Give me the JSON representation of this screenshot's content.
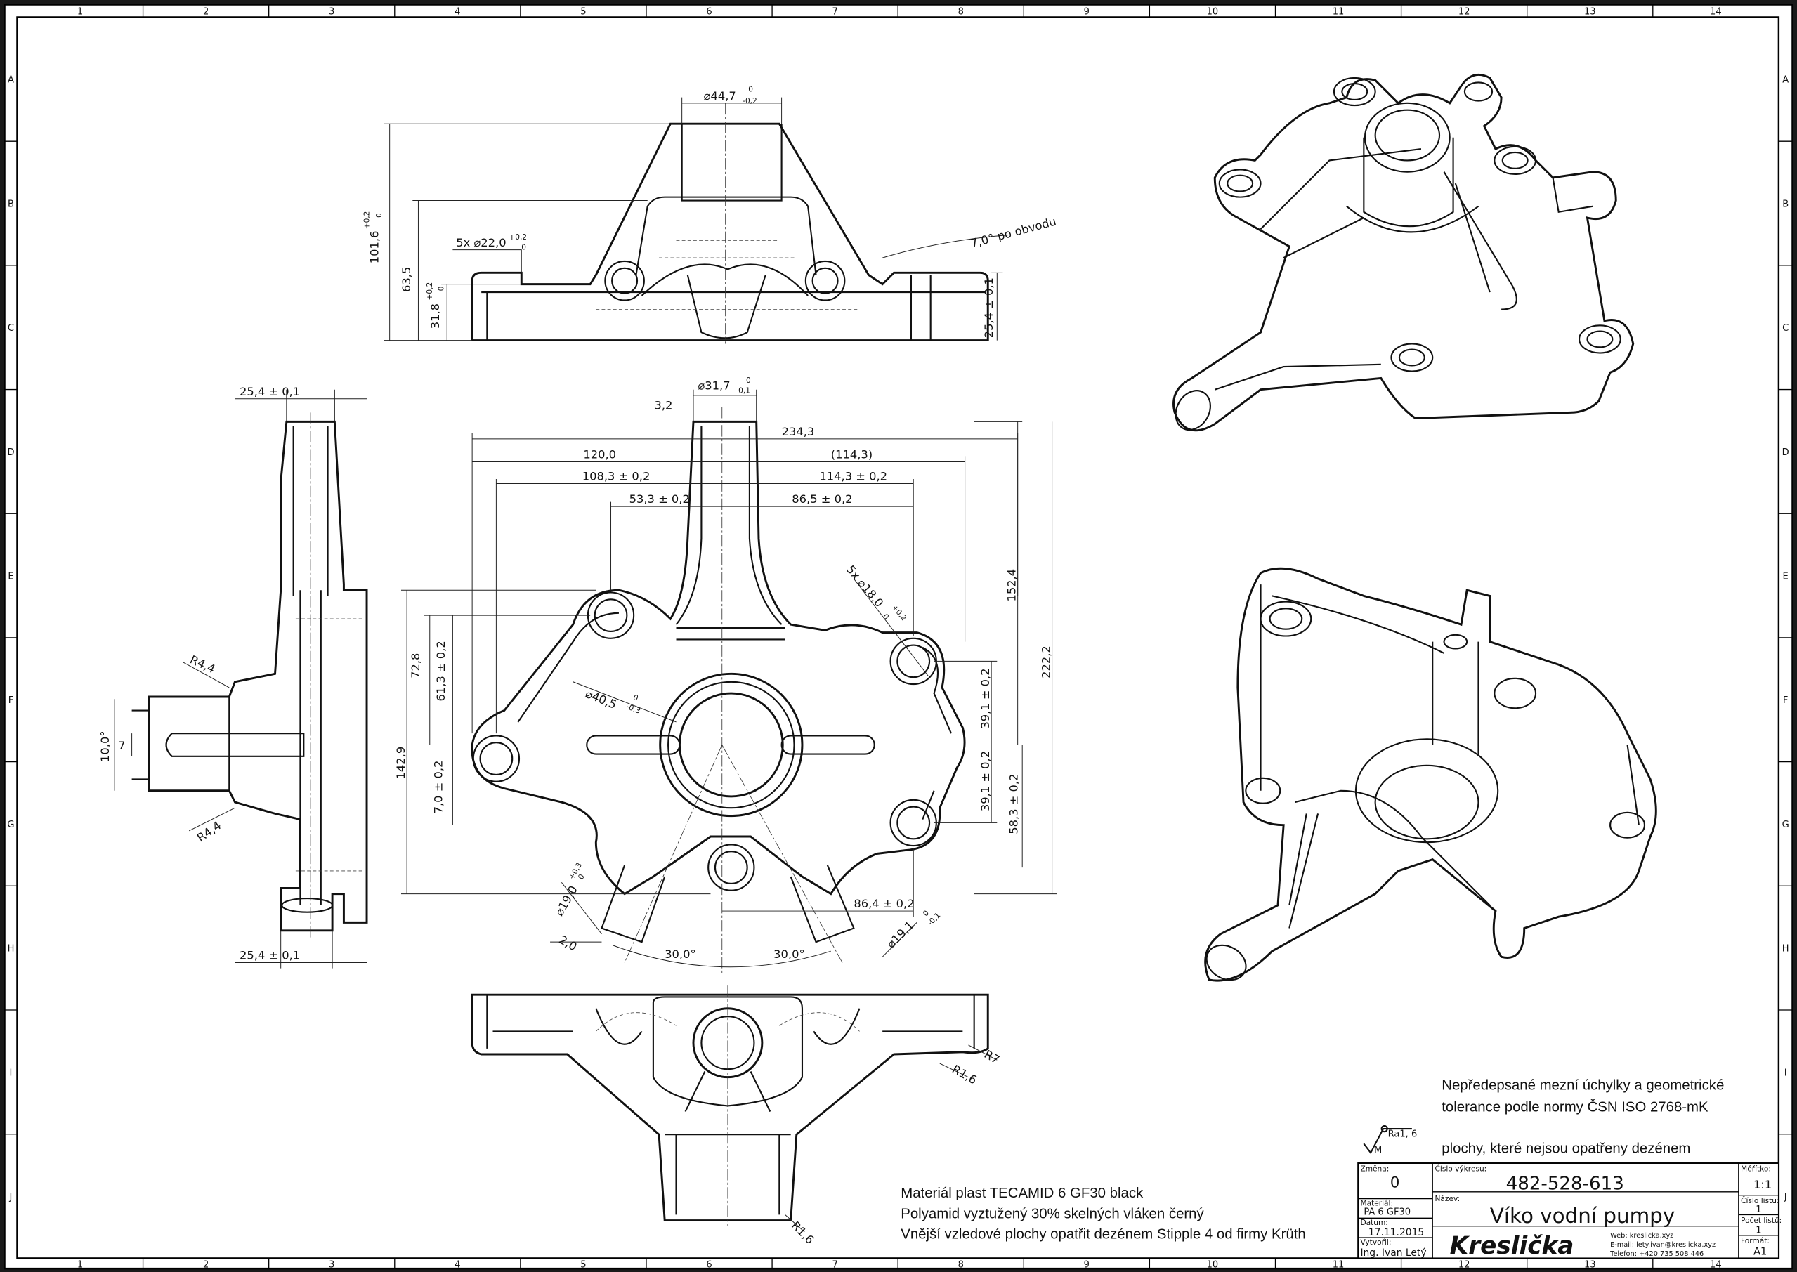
{
  "grid": {
    "columns": [
      "1",
      "2",
      "3",
      "4",
      "5",
      "6",
      "7",
      "8",
      "9",
      "10",
      "11",
      "12",
      "13",
      "14"
    ],
    "rows": [
      "A",
      "B",
      "C",
      "D",
      "E",
      "F",
      "G",
      "H",
      "I",
      "J"
    ]
  },
  "top_view": {
    "d1": "⌀44,7",
    "d1_tol_up": "0",
    "d1_tol_low": "-0,2",
    "d2": "101,6",
    "d2_tol_up": "+0,2",
    "d2_tol_low": "0",
    "d3": "63,5",
    "d4": "31,8",
    "d4_tol_up": "+0,2",
    "d4_tol_low": "0",
    "d5": "5x ⌀22,0",
    "d5_tol_up": "+0,2",
    "d5_tol_low": "0",
    "d6": "7,0° po obvodu",
    "d7": "25,4 ± 0,1"
  },
  "side_view": {
    "d1": "25,4 ± 0,1",
    "d2": "25,4 ± 0,1",
    "r1": "R4,4",
    "r2": "R4,4",
    "a1": "10,0°",
    "d3": "7"
  },
  "plan_view": {
    "d_neck": "⌀31,7",
    "d_neck_up": "0",
    "d_neck_low": "-0,1",
    "d_32": "3,2",
    "d_2343": "234,3",
    "d_120": "120,0",
    "d_1143p": "(114,3)",
    "d_1083": "108,3 ± 0,2",
    "d_1143": "114,3 ± 0,2",
    "d_533": "53,3 ± 0,2",
    "d_865": "86,5 ± 0,2",
    "d_holes": "5x ⌀18,0",
    "d_holes_up": "+0,2",
    "d_holes_low": "0",
    "d_1524": "152,4",
    "d_2222": "222,2",
    "d_728": "72,8",
    "d_613": "61,3 ± 0,2",
    "d_hub": "⌀40,5",
    "d_hub_up": "0",
    "d_hub_low": "-0,3",
    "d_391a": "39,1 ± 0,2",
    "d_1429": "142,9",
    "d_70": "7,0 ± 0,2",
    "d_391b": "39,1 ± 0,2",
    "d_583": "58,3 ± 0,2",
    "d_190": "⌀19,0",
    "d_190_up": "+0,3",
    "d_190_low": "0",
    "d_20": "2,0",
    "a_30a": "30,0°",
    "a_30b": "30,0°",
    "d_864": "86,4 ± 0,2",
    "d_191": "⌀19,1",
    "d_191_up": "0",
    "d_191_low": "-0,1"
  },
  "bottom_view": {
    "r1": "R7",
    "r2": "R1,6",
    "r3": "R1,6"
  },
  "notes": {
    "tolerance_line1": "Nepředepsané mezní úchylky a geometrické",
    "tolerance_line2": "tolerance podle normy ČSN ISO 2768-mK",
    "surface_symbol_value": "Ra1, 6",
    "surface_symbol_letter": "M",
    "surface_text": "plochy, které nejsou opatřeny dezénem",
    "material_line1": "Materiál plast TECAMID 6 GF30 black",
    "material_line2": "Polyamid vyztužený 30% skelných vláken černý",
    "material_line3": "Vnější vzledové plochy opatřit dezénem Stipple 4 od firmy Krüth"
  },
  "title_block": {
    "change_label": "Změna:",
    "change_value": "0",
    "drawing_no_label": "Číslo výkresu:",
    "drawing_no": "482-528-613",
    "scale_label": "Měřítko:",
    "scale_value": "1:1",
    "material_label": "Materiál:",
    "material_value": "PA 6 GF30",
    "name_label": "Název:",
    "name_value": "Víko vodní pumpy",
    "sheet_no_label": "Číslo listu:",
    "sheet_no_value": "1",
    "date_label": "Datum:",
    "date_value": "17.11.2015",
    "sheets_label": "Počet listů:",
    "sheets_value": "1",
    "author_label": "Vytvořil:",
    "author_value": "Ing. Ivan Letý",
    "company_logo": "Kreslička",
    "web": "Web: kreslicka.xyz",
    "email": "E-mail: lety.ivan@kreslicka.xyz",
    "phone": "Telefon: +420 735 508 446",
    "format_label": "Formát:",
    "format_value": "A1"
  }
}
